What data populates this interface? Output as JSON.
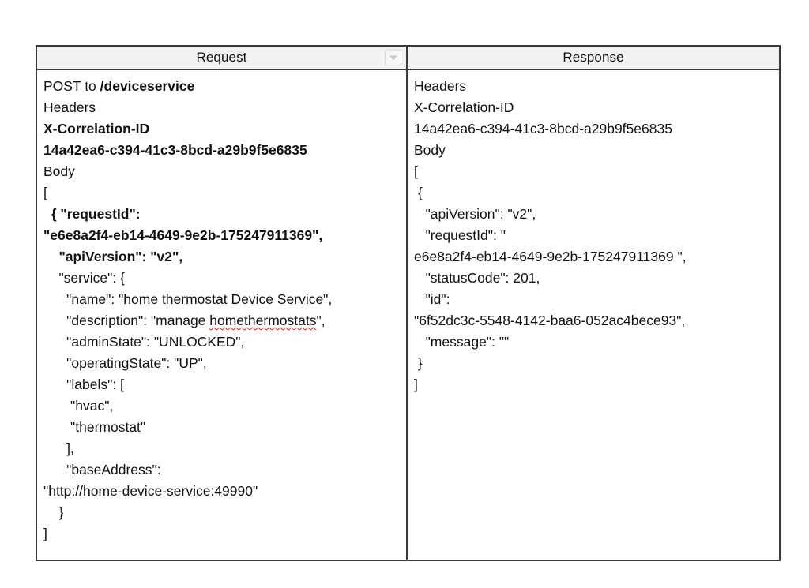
{
  "table": {
    "columns": [
      {
        "key": "request",
        "title": "Request",
        "has_filter_dropdown": true,
        "filter_icon": "chevron-down-icon"
      },
      {
        "key": "response",
        "title": "Response",
        "has_filter_dropdown": false
      }
    ],
    "request": {
      "method_line": {
        "prefix": "POST to ",
        "path": "/deviceservice"
      },
      "headers_label": "Headers",
      "header_name": "X-Correlation-ID",
      "header_value": "14a42ea6-c394-41c3-8bcd-a29b9f5e6835",
      "body_label": "Body",
      "body_lines": [
        {
          "text": "[",
          "bold": false
        },
        {
          "text": "  { \"requestId\": ",
          "bold": true
        },
        {
          "text": "\"e6e8a2f4-eb14-4649-9e2b-175247911369\",",
          "bold": true
        },
        {
          "text": "    \"apiVersion\": \"v2\",",
          "bold": true
        },
        {
          "text": "    \"service\": {",
          "bold": false
        },
        {
          "text": "      \"name\": \"home thermostat Device Service\",",
          "bold": false
        },
        {
          "text": "      \"description\": \"manage ",
          "bold": false,
          "misspelled": "homethermostats",
          "suffix": "\","
        },
        {
          "text": "      \"adminState\": \"UNLOCKED\",",
          "bold": false
        },
        {
          "text": "      \"operatingState\": \"UP\",",
          "bold": false
        },
        {
          "text": "      \"labels\": [",
          "bold": false
        },
        {
          "text": "       \"hvac\",",
          "bold": false
        },
        {
          "text": "       \"thermostat\"",
          "bold": false
        },
        {
          "text": "      ],",
          "bold": false
        },
        {
          "text": "      \"baseAddress\":",
          "bold": false
        },
        {
          "text": "\"http://home-device-service:49990\"",
          "bold": false
        },
        {
          "text": "    }",
          "bold": false
        },
        {
          "text": "]",
          "bold": false
        }
      ]
    },
    "response": {
      "headers_label": "Headers",
      "header_name": "X-Correlation-ID",
      "header_value": "14a42ea6-c394-41c3-8bcd-a29b9f5e6835",
      "body_label": "Body",
      "body_lines": [
        {
          "text": "[",
          "bold": false
        },
        {
          "text": " {",
          "bold": false
        },
        {
          "text": "   \"apiVersion\": \"v2\",",
          "bold": false
        },
        {
          "text": "   \"requestId\": \"",
          "bold": false
        },
        {
          "text": "e6e8a2f4-eb14-4649-9e2b-175247911369 \",",
          "bold": false
        },
        {
          "text": "   \"statusCode\": 201,",
          "bold": false
        },
        {
          "text": "   \"id\":",
          "bold": false
        },
        {
          "text": "\"6f52dc3c-5548-4142-baa6-052ac4bece93\",",
          "bold": false
        },
        {
          "text": "   \"message\": \"\"",
          "bold": false
        },
        {
          "text": " }",
          "bold": false
        },
        {
          "text": "]",
          "bold": false
        }
      ]
    },
    "values": {
      "request_id": "e6e8a2f4-eb14-4649-9e2b-175247911369",
      "correlation_id": "14a42ea6-c394-41c3-8bcd-a29b9f5e6835",
      "service_id": "6f52dc3c-5548-4142-baa6-052ac4bece93",
      "status_code": 201,
      "api_version": "v2",
      "service_name": "home thermostat Device Service",
      "service_description": "manage homethermostats",
      "admin_state": "UNLOCKED",
      "operating_state": "UP",
      "labels": [
        "hvac",
        "thermostat"
      ],
      "base_address": "http://home-device-service:49990",
      "message": "",
      "endpoint": "/deviceservice",
      "http_method": "POST"
    }
  },
  "colors": {
    "border": "#3a3a3a",
    "header_fill": "#f2f2f2",
    "text": "#111111",
    "spellcheck_underline": "#e02020",
    "page_background": "#ffffff"
  }
}
